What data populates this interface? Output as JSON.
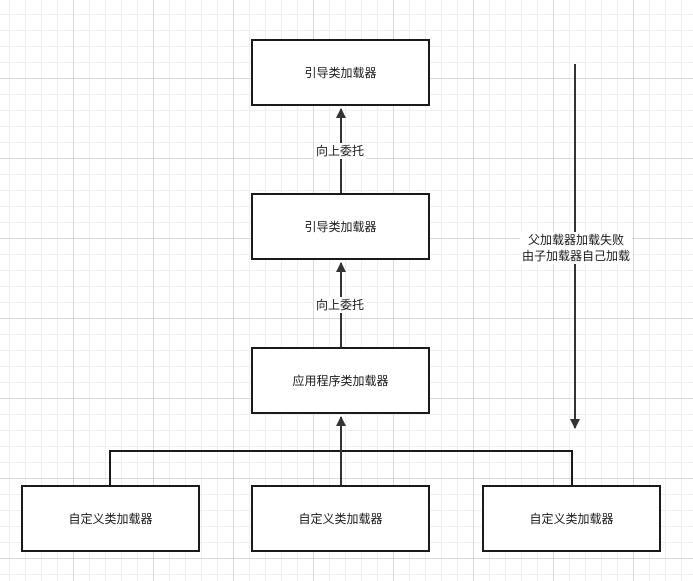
{
  "diagram": {
    "nodes": {
      "top": {
        "label": "引导类加载器"
      },
      "middle": {
        "label": "引导类加载器"
      },
      "app": {
        "label": "应用程序类加载器"
      },
      "custom_left": {
        "label": "自定义类加载器"
      },
      "custom_center": {
        "label": "自定义类加载器"
      },
      "custom_right": {
        "label": "自定义类加载器"
      }
    },
    "edges": {
      "middle_to_top": {
        "label": "向上委托"
      },
      "app_to_middle": {
        "label": "向上委托"
      }
    },
    "note": {
      "line1": "父加载器加载失败",
      "line2": "由子加载器自己加载"
    },
    "colors": {
      "stroke": "#1a1a1a",
      "background": "#ffffff"
    }
  }
}
